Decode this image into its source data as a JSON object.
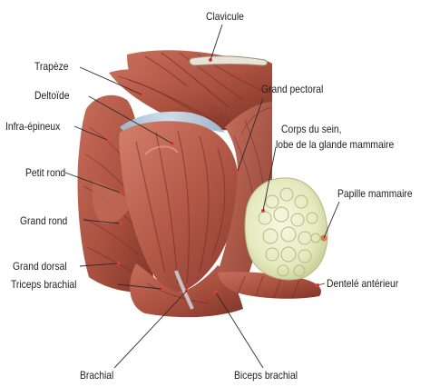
{
  "labels": {
    "clavicule": "Clavicule",
    "trapeze": "Trapèze",
    "deltoide": "Deltoïde",
    "infra_epineux": "Infra-épineux",
    "petit_rond": "Petit rond",
    "grand_rond": "Grand rond",
    "grand_dorsal": "Grand dorsal",
    "triceps_brachial": "Triceps brachial",
    "brachial": "Brachial",
    "biceps_brachial": "Biceps brachial",
    "grand_pectoral": "Grand pectoral",
    "corps_du_sein_line1": "Corps du sein,",
    "corps_du_sein_line2": "lobe de la glande mammaire",
    "papille_mammaire": "Papille mammaire",
    "dentele_anterieur": "Dentelé antérieur"
  },
  "colors": {
    "muscle": "#b0584b",
    "muscle_dark": "#7a3328",
    "muscle_light": "#d98a7a",
    "tendon": "#b7cfe0",
    "gland": "#e7ecc8",
    "marker": "#e0453a",
    "leader": "#2a2a2a"
  }
}
